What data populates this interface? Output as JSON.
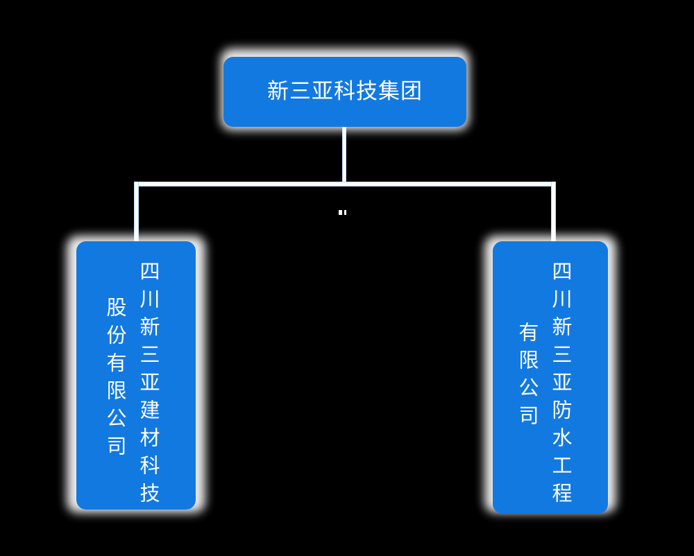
{
  "diagram": {
    "type": "organization-chart",
    "background_color": "#000000",
    "node_color": "#1279e0",
    "node_text_color": "#ffffff",
    "connector_color": "#ffffff",
    "connector_edge_color": "#bcdcf7",
    "root": {
      "label": "新三亚科技集团",
      "orientation": "horizontal"
    },
    "children": [
      {
        "label": "四川新三亚建材科技股份有限公司",
        "orientation": "vertical",
        "columns": [
          "四川新三亚建材科技",
          "股份有限公司"
        ]
      },
      {
        "label": "四川新三亚防水工程有限公司",
        "orientation": "vertical",
        "columns": [
          "四川新三亚防水工程",
          "有限公司"
        ]
      }
    ]
  }
}
